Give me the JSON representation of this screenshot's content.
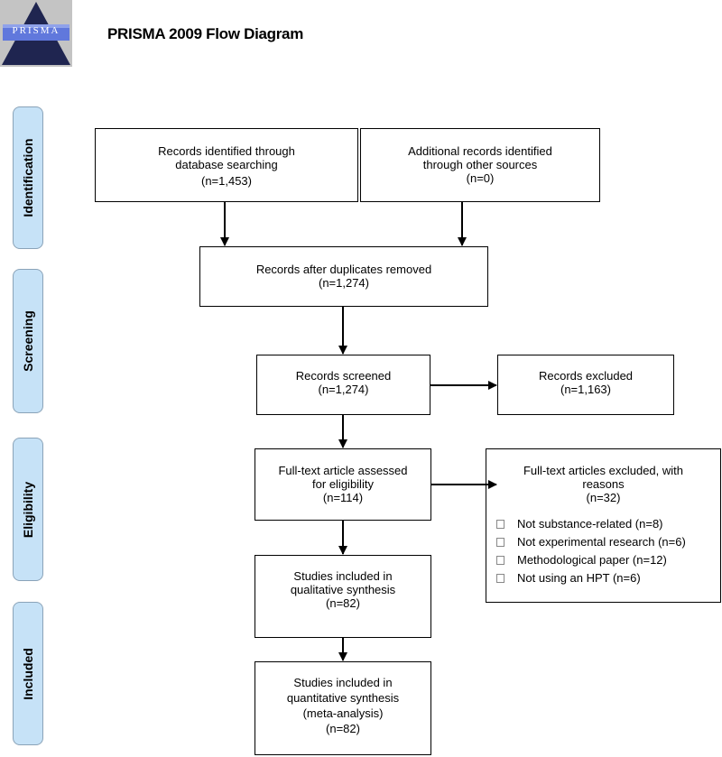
{
  "header": {
    "logo_text": "PRISMA",
    "title": "PRISMA 2009 Flow Diagram"
  },
  "stages": {
    "identification": "Identification",
    "screening": "Screening",
    "eligibility": "Eligibility",
    "included": "Included"
  },
  "boxes": {
    "database": {
      "line1": "Records identified through",
      "line2": "database searching",
      "count": "(n=1,453)"
    },
    "other": {
      "line1": "Additional records identified",
      "line2": "through other sources",
      "count": "(n=0)"
    },
    "duplicates": {
      "line1": "Records after duplicates removed",
      "count": "(n=1,274)"
    },
    "screened": {
      "line1": "Records screened",
      "count": "(n=1,274)"
    },
    "excluded": {
      "line1": "Records excluded",
      "count": "(n=1,163)"
    },
    "fulltext": {
      "line1": "Full-text article assessed",
      "line2": "for eligibility",
      "count": "(n=114)"
    },
    "fulltext_excluded": {
      "line1": "Full-text articles excluded, with",
      "line2": "reasons",
      "count": "(n=32)",
      "reasons": [
        "Not substance-related (n=8)",
        "Not experimental research (n=6)",
        "Methodological paper (n=12)",
        "Not using an HPT (n=6)"
      ]
    },
    "qualitative": {
      "line1": "Studies included in",
      "line2": "qualitative synthesis",
      "count": "(n=82)"
    },
    "quantitative": {
      "line1": "Studies included in",
      "line2": "quantitative synthesis",
      "line3": "(meta-analysis)",
      "count": "(n=82)"
    }
  },
  "colors": {
    "stage_fill": "#c6e2f7",
    "logo_triangle": "#222a5e",
    "logo_band": "#5a6fd6"
  }
}
